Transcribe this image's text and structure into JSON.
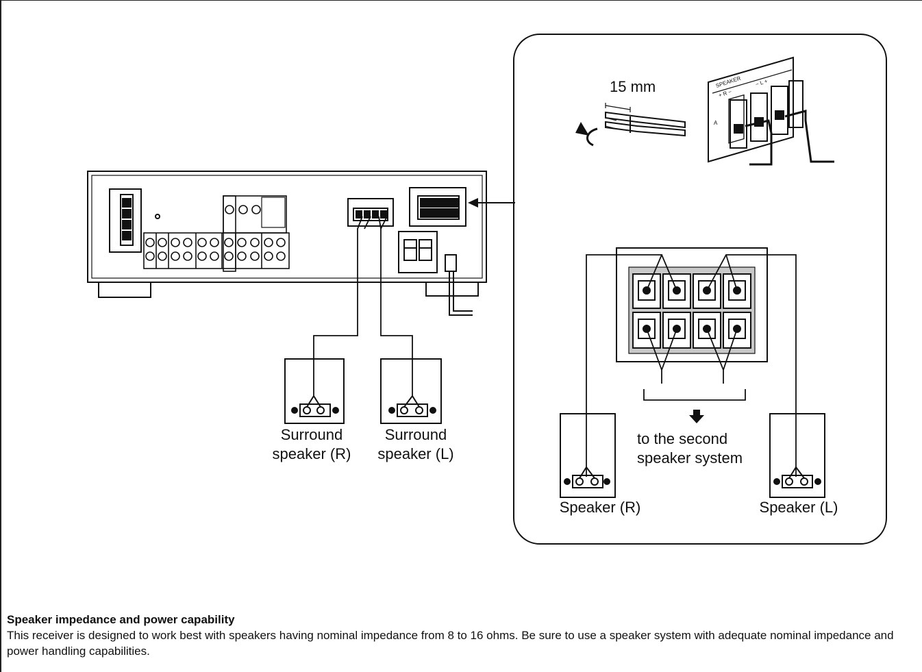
{
  "labels": {
    "strip_length": "15 mm",
    "terminal_heading": "SPEAKER",
    "terminal_row": "A",
    "polarity_r": "+ R −",
    "polarity_l": "− L +",
    "surround_r_line1": "Surround",
    "surround_r_line2": "speaker (R)",
    "surround_l_line1": "Surround",
    "surround_l_line2": "speaker (L)",
    "second_system_line1": "to the second",
    "second_system_line2": "speaker system",
    "speaker_r": "Speaker (R)",
    "speaker_l": "Speaker (L)"
  },
  "note": {
    "title": "Speaker impedance and power capability",
    "body": "This receiver is designed to work best with speakers having nominal impedance from 8 to 16 ohms. Be sure to use a speaker system with adequate nominal impedance and power handling capabilities."
  }
}
